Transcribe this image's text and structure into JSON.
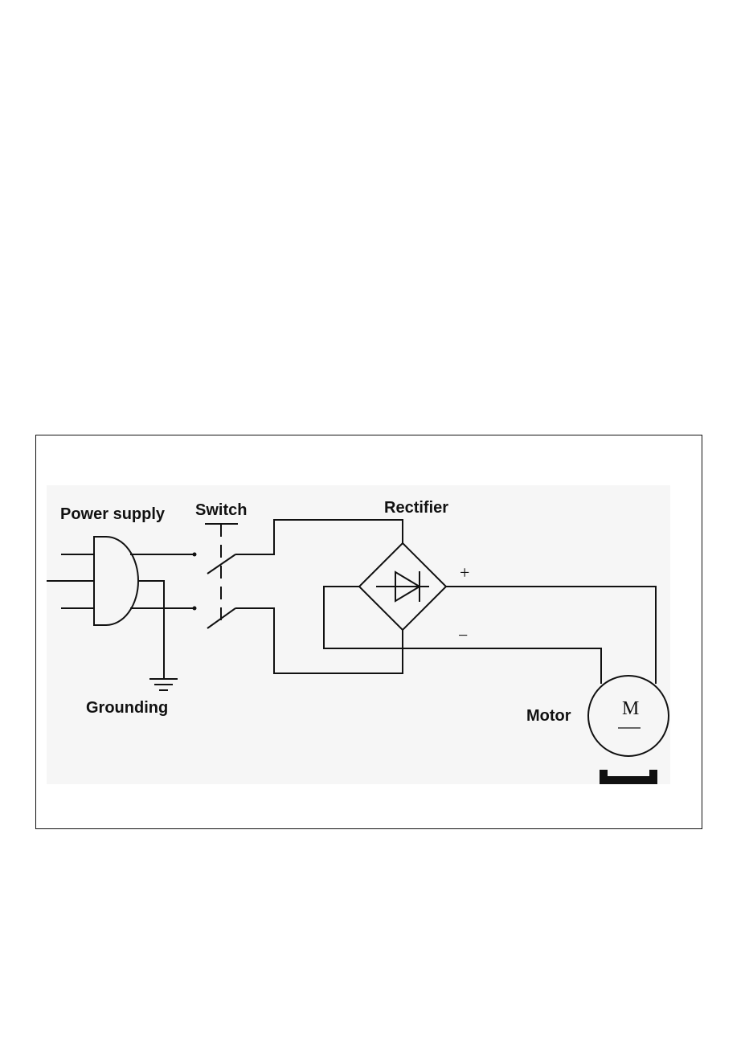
{
  "labels": {
    "power_supply": "Power supply",
    "switch": "Switch",
    "rectifier": "Rectifier",
    "grounding": "Grounding",
    "motor": "Motor",
    "plus": "+",
    "minus": "−",
    "motor_symbol": "M"
  },
  "icons": [
    "plug-icon",
    "ground-icon",
    "switch-icon",
    "diode-icon",
    "motor-icon",
    "mount-bracket-icon"
  ]
}
